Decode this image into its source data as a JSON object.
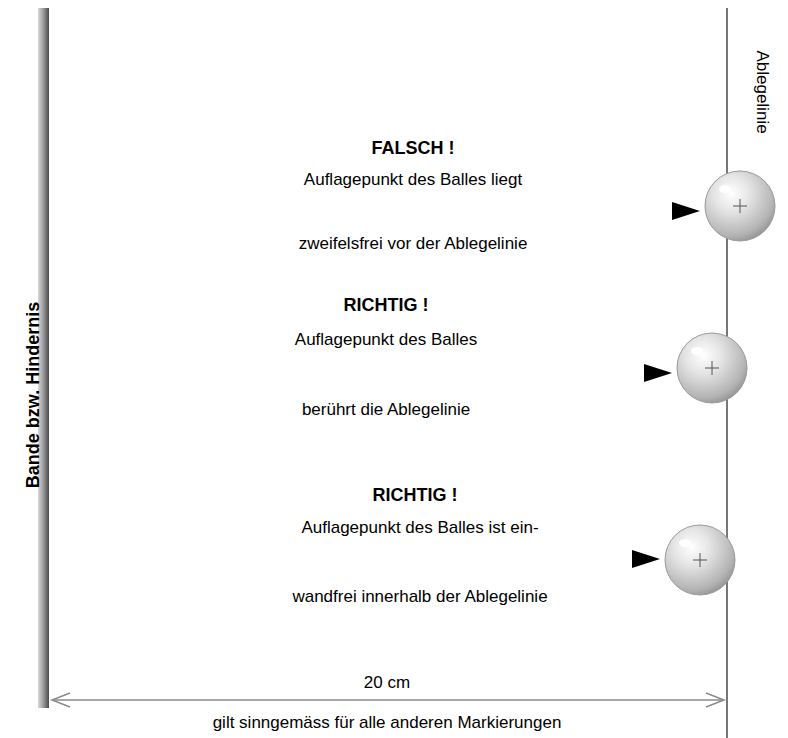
{
  "diagram": {
    "labels": [
      "Bande bzw. Hindernis",
      "Ablegelinie",
      "FALSCH !",
      "Auflagepunkt des Balles liegt",
      "zweifelsfrei vor der Ablegelinie",
      "RICHTIG !",
      "Auflagepunkt des Balles",
      "berührt die Ablegelinie",
      "RICHTIG !",
      "Auflagepunkt des Balles ist ein-",
      "wandfrei innerhalb der Ablegelinie",
      "20 cm",
      "gilt sinngemäss für alle anderen Markierungen"
    ]
  }
}
